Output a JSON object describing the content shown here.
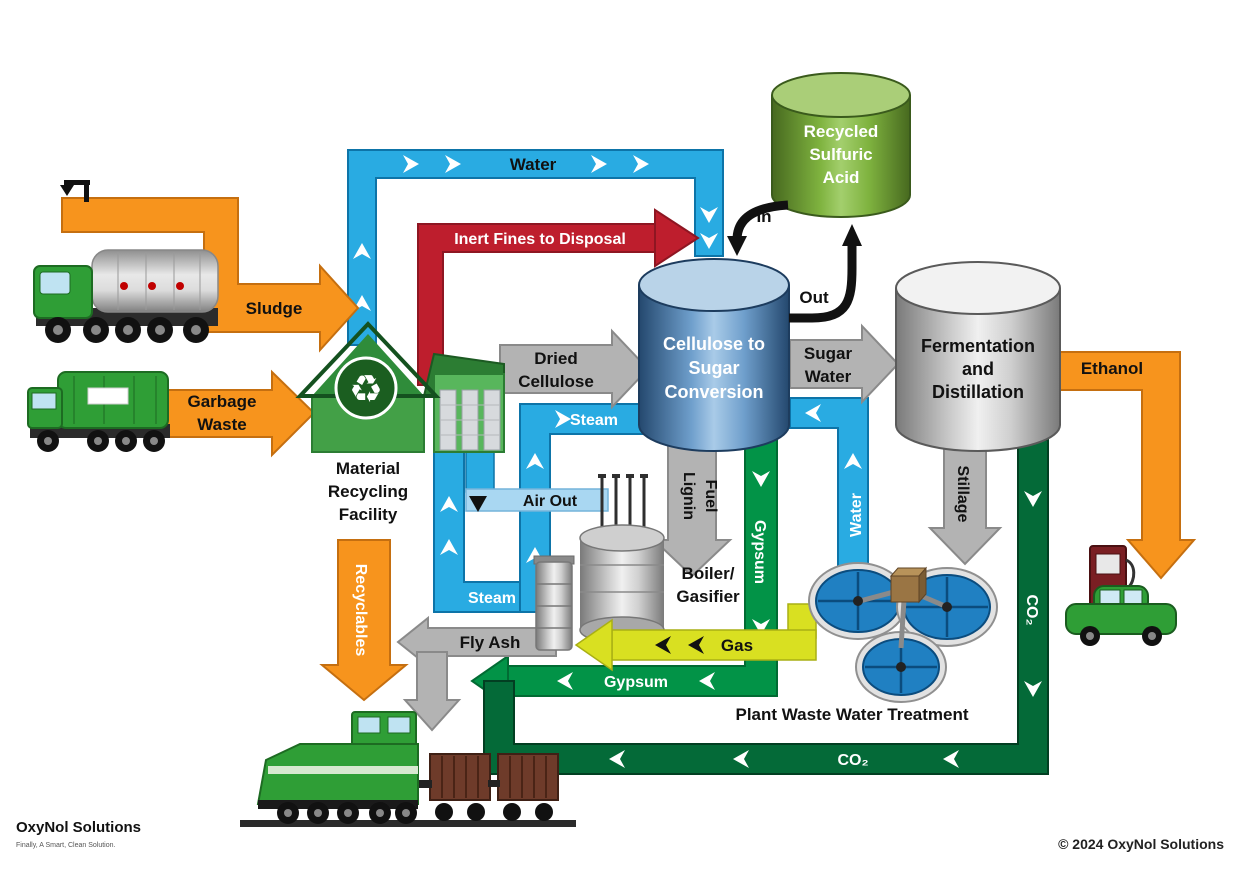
{
  "branding": {
    "company": "OxyNol Solutions",
    "tagline": "Finally, A Smart, Clean Solution.",
    "copyright": "© 2024 OxyNol Solutions"
  },
  "nodes": {
    "mrf": [
      "Material",
      "Recycling",
      "Facility"
    ],
    "cellulose": [
      "Cellulose to",
      "Sugar",
      "Conversion"
    ],
    "sulfuric_acid": [
      "Recycled",
      "Sulfuric",
      "Acid"
    ],
    "fermentation": [
      "Fermentation",
      "and",
      "Distillation"
    ],
    "boiler": [
      "Boiler/",
      "Gasifier"
    ],
    "pwwt": "Plant Waste Water Treatment"
  },
  "flows": {
    "water_top": "Water",
    "inert_fines": "Inert Fines to Disposal",
    "sludge": "Sludge",
    "garbage": [
      "Garbage",
      "Waste"
    ],
    "dried_cellulose": [
      "Dried",
      "Cellulose"
    ],
    "sugar_water": [
      "Sugar",
      "Water"
    ],
    "ethanol": "Ethanol",
    "acid_in": "In",
    "acid_out": "Out",
    "steam_upper": "Steam",
    "steam_lower": "Steam",
    "air_out": "Air Out",
    "lignin_fuel": [
      "Lignin",
      "Fuel"
    ],
    "gypsum_vertical": "Gypsum",
    "gypsum_horizontal": "Gypsum",
    "water_recycle": "Water",
    "stillage": "Stillage",
    "co2_vertical": "CO₂",
    "co2_horizontal": "CO₂",
    "fly_ash": "Fly Ash",
    "gas": "Gas",
    "recyclables": "Recyclables"
  },
  "icons": {
    "recycle": "♻"
  },
  "colors": {
    "water": "#29abe2",
    "air": "#a9d7f2",
    "inert_fines": "#be1e2d",
    "organics": "#f7941d",
    "cellulose_stream": "#b3b3b3",
    "gypsum": "#029347",
    "co2": "#046a38",
    "gas": "#d9e021",
    "facility_green": "#43a047"
  }
}
